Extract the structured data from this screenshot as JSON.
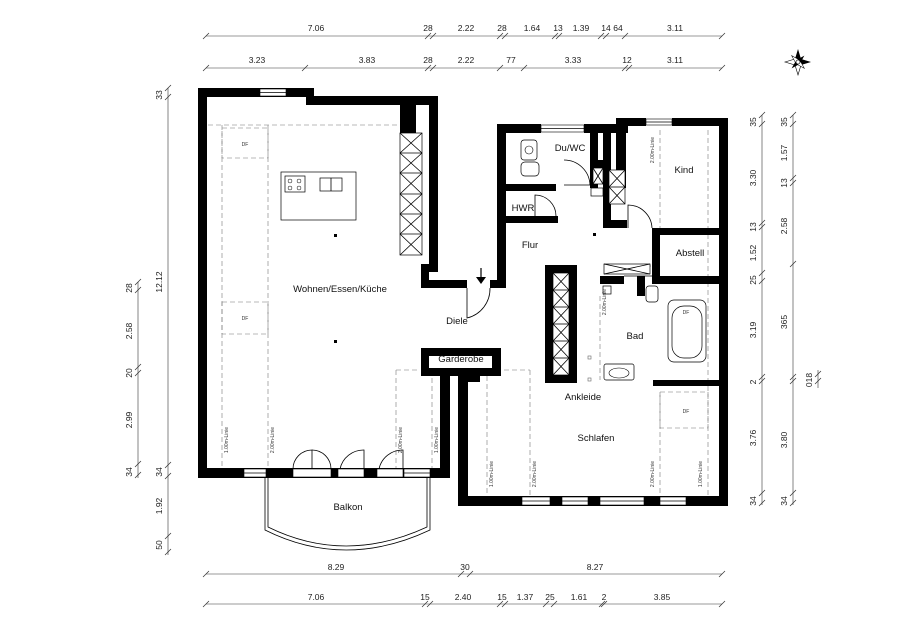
{
  "rooms": {
    "wohnen": "Wohnen/Essen/Küche",
    "diele": "Diele",
    "garderobe": "Garderobe",
    "balkon": "Balkon",
    "du_wc": "Du/WC",
    "hwr": "HWR",
    "flur": "Flur",
    "kind": "Kind",
    "abstell": "Abstell",
    "bad": "Bad",
    "ankleide": "Ankleide",
    "schlafen": "Schlafen"
  },
  "markers": {
    "df": "DF",
    "line_1m": "1.00m-Linie",
    "line_2m": "2.00m-Linie"
  },
  "dimensions": {
    "top1": [
      "7.06",
      "28",
      "2.22",
      "28",
      "1.64",
      "13",
      "1.39",
      "14",
      "64",
      "3.11"
    ],
    "top2": [
      "3.23",
      "3.83",
      "28",
      "2.22",
      "77",
      "3.33",
      "12",
      "3.11"
    ],
    "bottom1": [
      "8.29",
      "30",
      "8.27"
    ],
    "bottom2": [
      "7.06",
      "15",
      "2.40",
      "15",
      "1.37",
      "25",
      "1.61",
      "2",
      "3.85"
    ],
    "left_outer": [
      "33",
      "12.12",
      "34",
      "1.92",
      "50"
    ],
    "left_inner": [
      "28",
      "2.58",
      "20",
      "2.99",
      "34"
    ],
    "right_inner": [
      "35",
      "3.30",
      "13",
      "1.52",
      "25",
      "3.19",
      "2",
      "3.76",
      "34"
    ],
    "right_outer": [
      "35",
      "1.57",
      "13",
      "2.58",
      "365",
      "018",
      "3.80",
      "34"
    ]
  },
  "icons": {
    "compass": "compass-rose-icon",
    "entrance": "entrance-arrow-icon"
  },
  "colors": {
    "wall": "#000000",
    "dimension": "#333333"
  }
}
